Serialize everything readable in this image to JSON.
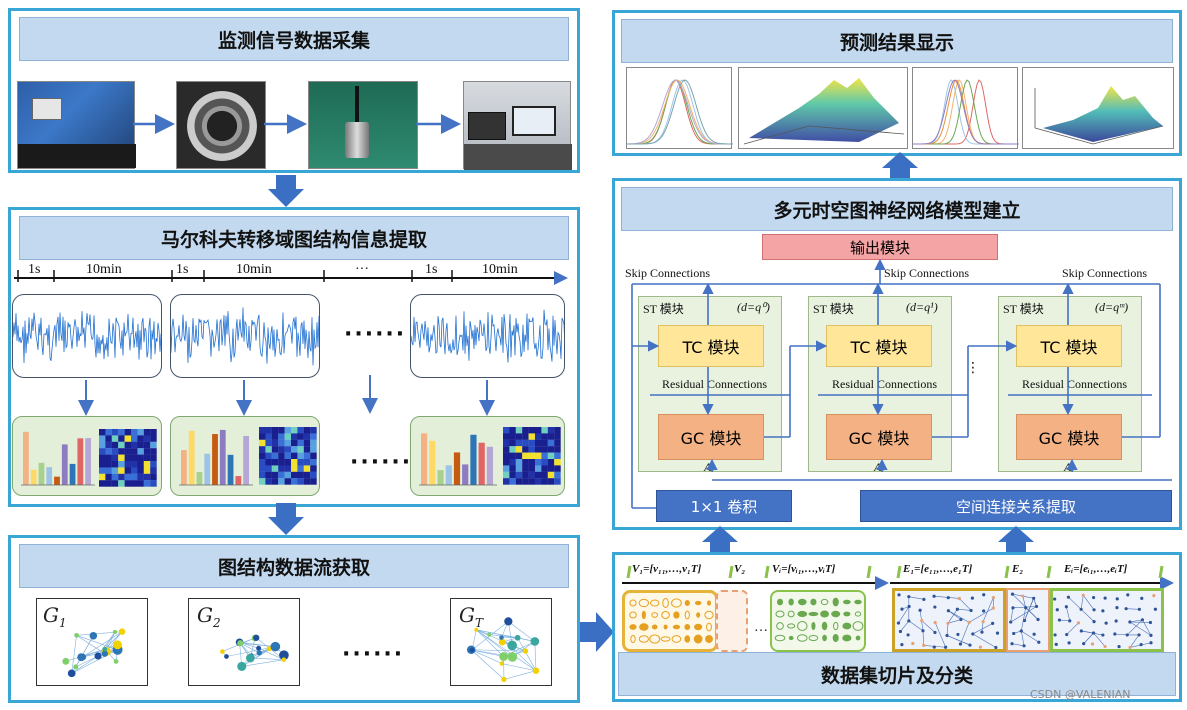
{
  "acquisition": {
    "title": "监测信号数据采集"
  },
  "markov": {
    "title": "马尔科夫转移域图结构信息提取",
    "timeline": [
      {
        "short": "1s",
        "long": "10min"
      },
      {
        "short": "1s",
        "long": "10min"
      },
      {
        "short": "···",
        "long": ""
      },
      {
        "short": "1s",
        "long": "10min"
      }
    ]
  },
  "graphflow": {
    "title": "图结构数据流获取",
    "g1": "G",
    "g1_sub": "1",
    "g2": "G",
    "g2_sub": "2",
    "gT": "G",
    "gT_sub": "T"
  },
  "prediction": {
    "title": "预测结果显示"
  },
  "model": {
    "title": "多元时空图神经网络模型建立",
    "output": "输出模块",
    "skip": "Skip Connections",
    "residual": "Residual Connections",
    "st": "ST 模块",
    "d0": "(d=q⁰)",
    "d1": "(d=q¹)",
    "dm": "(d=qᵐ)",
    "tc": "TC 模块",
    "gc": "GC 模块",
    "av": "Aᵥ",
    "conv": "1×1 卷积",
    "spatial": "空间连接关系提取"
  },
  "dataset": {
    "title": "数据集切片及分类",
    "v1": "V₁=[v₁₁,…,v₁T]",
    "v2": "V₂",
    "vi": "Vᵢ=[vᵢ₁,…,vᵢT]",
    "e1": "E₁=[e₁₁,…,e₁T]",
    "e2": "E₂",
    "ei": "Eᵢ=[eᵢ₁,…,eᵢT]"
  },
  "watermark": "CSDN @VALENIAN",
  "colors": {
    "panel_border": "#3aa6d6",
    "banner": "#c3d9ef",
    "arrow": "#3a6fc4",
    "tc": "#ffe699",
    "gc": "#f4b183",
    "st": "#e8f2df",
    "output": "#f4a4a4"
  }
}
